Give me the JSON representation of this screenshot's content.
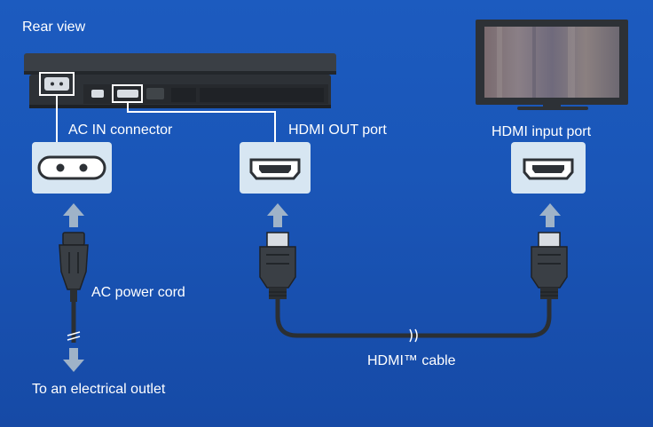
{
  "labels": {
    "rear_view": "Rear view",
    "ac_in_connector": "AC IN connector",
    "hdmi_out_port": "HDMI OUT port",
    "hdmi_input_port": "HDMI input port",
    "ac_power_cord": "AC power cord",
    "hdmi_cable": "HDMI™ cable",
    "electrical_outlet": "To an electrical outlet"
  },
  "colors": {
    "background": "#1a56b8",
    "console": "#2d3136",
    "port_panel": "#d7e6f2",
    "arrow": "#9fb3c8",
    "cable": "#2b2f33",
    "connector": "#3a3f45",
    "callout_line": "#ffffff"
  }
}
